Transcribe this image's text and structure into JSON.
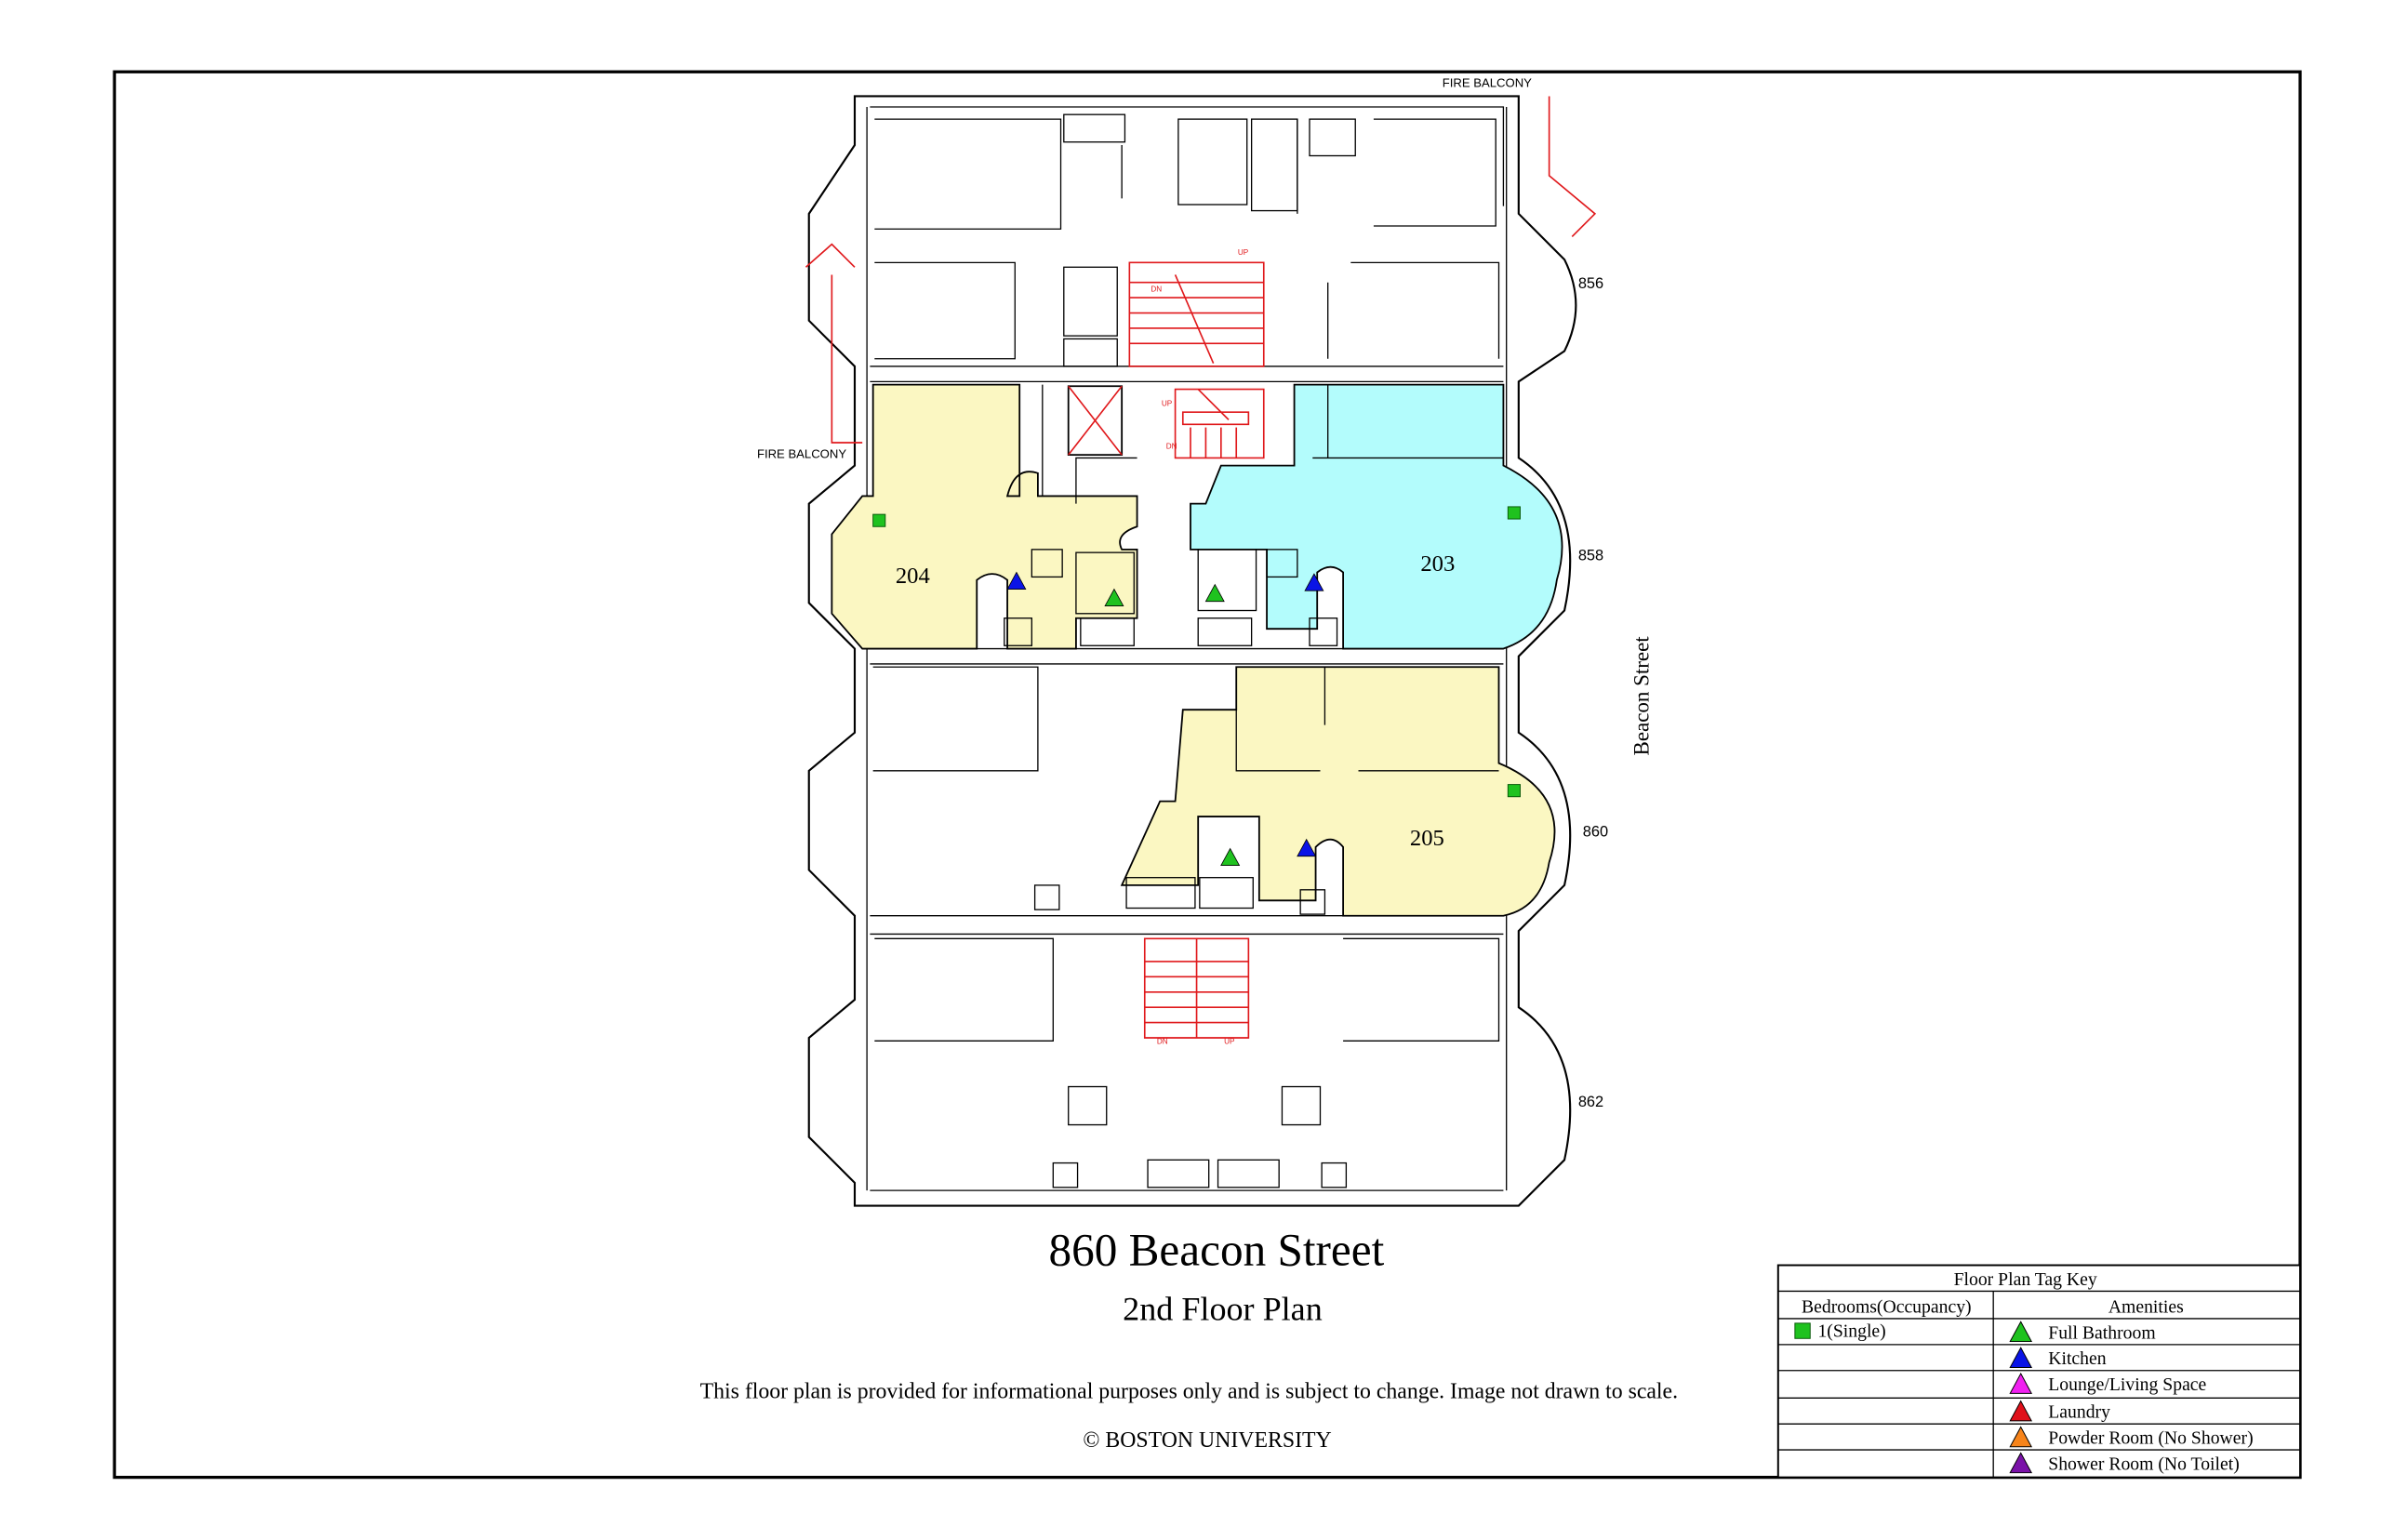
{
  "plan": {
    "fire_balcony_labels": [
      "FIRE BALCONY",
      "FIRE BALCONY"
    ],
    "street_numbers": [
      "856",
      "858",
      "860",
      "862"
    ],
    "street_name": "Beacon Street",
    "stair_labels": {
      "up": "UP",
      "dn": "DN"
    },
    "units": [
      {
        "number": "204",
        "color": "#fbf7c2"
      },
      {
        "number": "203",
        "color": "#b3fcfc"
      },
      {
        "number": "205",
        "color": "#fbf7c2"
      }
    ]
  },
  "title": "860 Beacon Street",
  "subtitle": "2nd Floor Plan",
  "disclaimer": "This floor plan is provided for informational purposes only and is subject to change. Image not drawn to scale.",
  "copyright": "© BOSTON UNIVERSITY",
  "legend": {
    "title": "Floor Plan Tag Key",
    "bedrooms_header": "Bedrooms(Occupancy)",
    "amenities_header": "Amenities",
    "bedrooms": [
      {
        "label": "1(Single)",
        "color": "#1fc21f",
        "icon": "green-square"
      }
    ],
    "amenities": [
      {
        "label": "Full Bathroom",
        "color": "#1fc21f"
      },
      {
        "label": "Kitchen",
        "color": "#0a14e6"
      },
      {
        "label": "Lounge/Living Space",
        "color": "#f020f0"
      },
      {
        "label": "Laundry",
        "color": "#e0101a"
      },
      {
        "label": "Powder Room (No Shower)",
        "color": "#f7841a"
      },
      {
        "label": "Shower Room (No Toilet)",
        "color": "#7a12a8"
      }
    ]
  }
}
